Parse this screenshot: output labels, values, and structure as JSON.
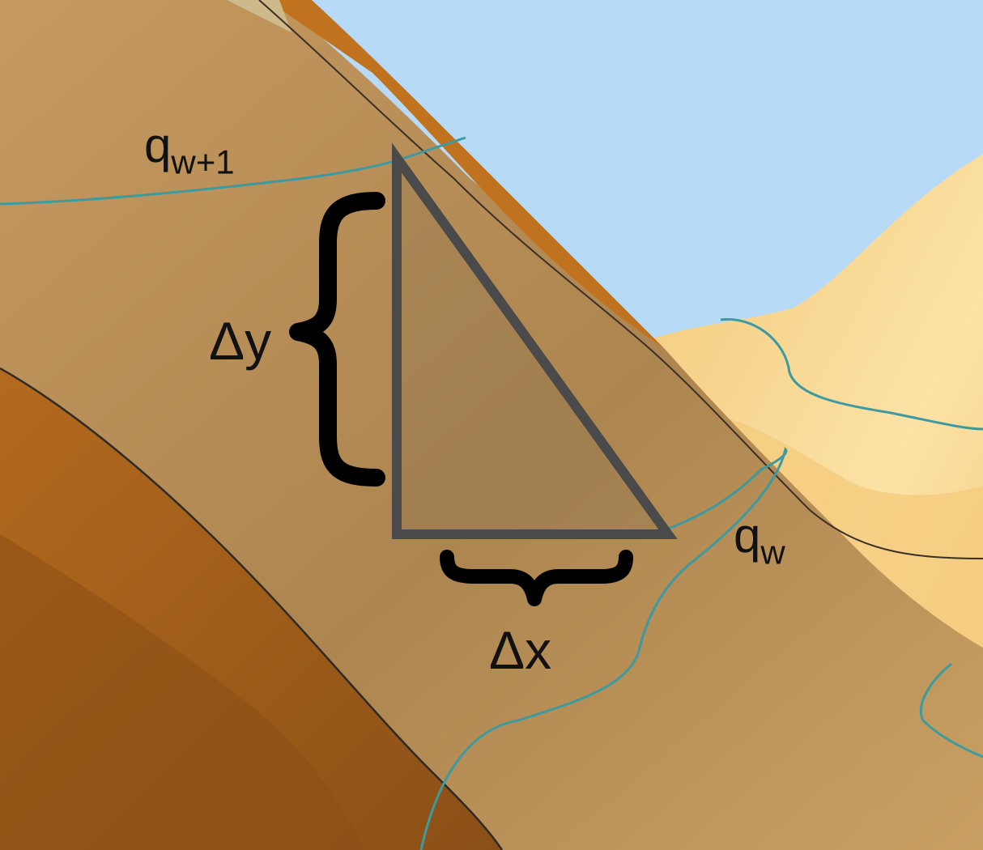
{
  "labels": {
    "q_upper_base": "q",
    "q_upper_sub": "w+1",
    "q_lower_base": "q",
    "q_lower_sub": "w",
    "delta_y": "Δy",
    "delta_x": "Δx"
  },
  "colors": {
    "sky": "#b5d9f5",
    "slope_main": "#b48a52",
    "slope_dark": "#9a5a1a",
    "slope_orange": "#c7751d",
    "dune_light": "#f7cf85",
    "contour": "#3d9aa0",
    "triangle": "#4a4a4a",
    "brace": "#000000"
  }
}
